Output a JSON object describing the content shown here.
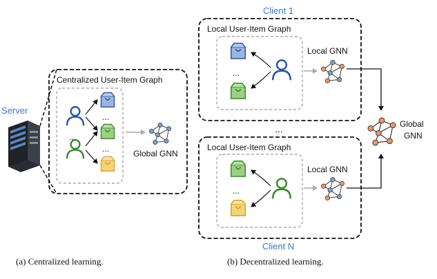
{
  "server_label": "Server",
  "centralized": {
    "graph_title": "Centralized User-Item Graph",
    "model_label": "Global GNN",
    "ellipsis": "...",
    "caption": "(a)  Centralized learning."
  },
  "decentralized": {
    "client_top": "Client 1",
    "client_bottom": "Client N",
    "graph_title_top": "Local User-Item Graph",
    "graph_title_bottom": "Local User-Item Graph",
    "local_model_top": "Local GNN",
    "local_model_bottom": "Local GNN",
    "global_model_line1": "Global",
    "global_model_line2": "GNN",
    "ellipsis": "...",
    "clients_ellipsis": "...",
    "caption": "(b)  Decentralized learning."
  },
  "colors": {
    "user_blue": "#2b57a3",
    "user_green": "#3a8a2e",
    "bag_blue": "#9db5de",
    "bag_green": "#9ccf86",
    "bag_yellow": "#f5d27a",
    "client_label": "#3d78c0",
    "node_blue": "#7ea1cf",
    "node_orange": "#e8956b"
  }
}
